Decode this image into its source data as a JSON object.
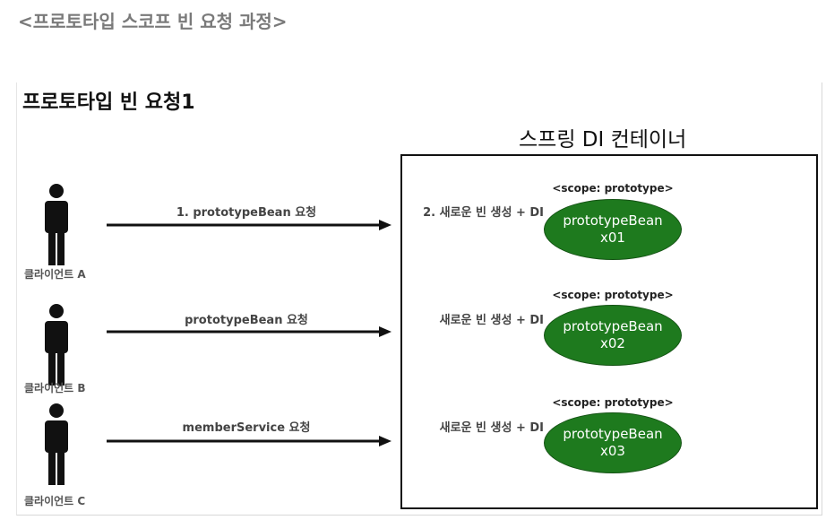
{
  "page": {
    "heading": "<프로토타입 스코프 빈 요청 과정>"
  },
  "diagram": {
    "title": "프로토타입 빈 요청1",
    "container_title": "스프링 DI 컨테이너",
    "rows": [
      {
        "client": "클라이언트 A",
        "request": "1. prototypeBean 요청",
        "create": "2. 새로운 빈 생성 + DI",
        "scope": "<scope: prototype>",
        "bean_name": "prototypeBean",
        "bean_id": "x01"
      },
      {
        "client": "클라이언트 B",
        "request": "prototypeBean 요청",
        "create": "새로운 빈 생성 + DI",
        "scope": "<scope: prototype>",
        "bean_name": "prototypeBean",
        "bean_id": "x02"
      },
      {
        "client": "클라이언트 C",
        "request": "memberService 요청",
        "create": "새로운 빈 생성 + DI",
        "scope": "<scope: prototype>",
        "bean_name": "prototypeBean",
        "bean_id": "x03"
      }
    ]
  },
  "colors": {
    "bean_fill": "#1e7a1e",
    "heading_gray": "#7a7a7a"
  }
}
